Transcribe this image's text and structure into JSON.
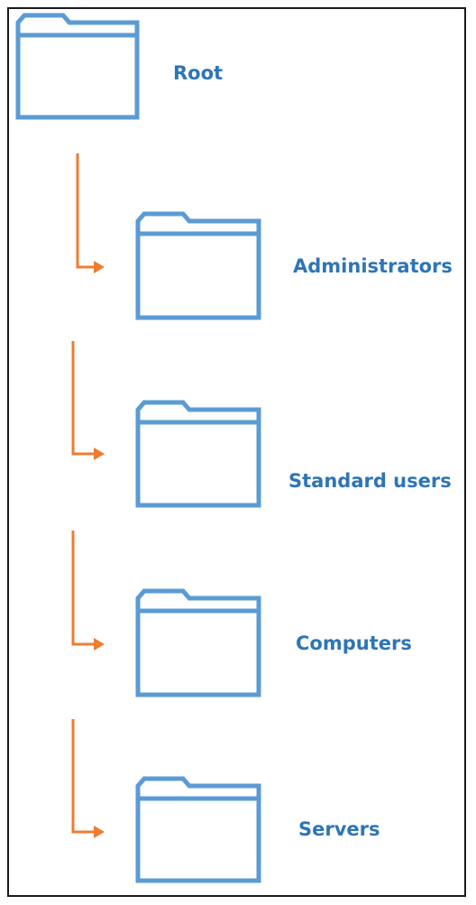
{
  "colors": {
    "folder": "#5b9bd5",
    "label": "#2e75b6",
    "arrow": "#ed7d31",
    "border": "#1a1a1a",
    "background": "#ffffff"
  },
  "nodes": [
    {
      "id": "root",
      "label": "Root",
      "icon": "folder-icon"
    },
    {
      "id": "administrators",
      "label": "Administrators",
      "icon": "folder-icon"
    },
    {
      "id": "standard-users",
      "label": "Standard users",
      "icon": "folder-icon"
    },
    {
      "id": "computers",
      "label": "Computers",
      "icon": "folder-icon"
    },
    {
      "id": "servers",
      "label": "Servers",
      "icon": "folder-icon"
    }
  ],
  "edges": [
    {
      "from": "root",
      "to": "administrators"
    },
    {
      "from": "administrators",
      "to": "standard-users"
    },
    {
      "from": "standard-users",
      "to": "computers"
    },
    {
      "from": "computers",
      "to": "servers"
    }
  ]
}
